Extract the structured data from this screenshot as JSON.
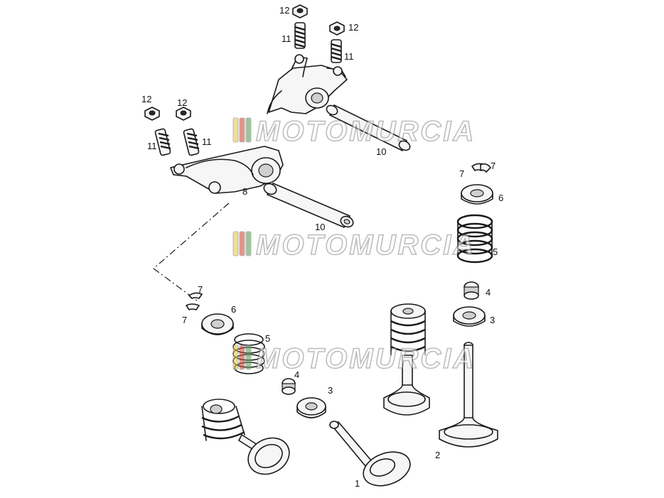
{
  "watermark": {
    "text": "MOTOMURCIA",
    "stripe_colors": [
      "#e8c84a",
      "#d94a3a",
      "#5aa35a"
    ]
  },
  "callouts": [
    {
      "id": "c12a",
      "text": "12"
    },
    {
      "id": "c11a",
      "text": "11"
    },
    {
      "id": "c12b",
      "text": "12"
    },
    {
      "id": "c11b",
      "text": "11"
    },
    {
      "id": "c12c",
      "text": "12"
    },
    {
      "id": "c12d",
      "text": "12"
    },
    {
      "id": "c11c",
      "text": "11"
    },
    {
      "id": "c11d",
      "text": "11"
    },
    {
      "id": "c10a",
      "text": "10"
    },
    {
      "id": "c8",
      "text": "8"
    },
    {
      "id": "c10b",
      "text": "10"
    },
    {
      "id": "c7a",
      "text": "7"
    },
    {
      "id": "c7b",
      "text": "7"
    },
    {
      "id": "c6a",
      "text": "6"
    },
    {
      "id": "c5a",
      "text": "5"
    },
    {
      "id": "c4a",
      "text": "4"
    },
    {
      "id": "c3a",
      "text": "3"
    },
    {
      "id": "c7c",
      "text": "7"
    },
    {
      "id": "c7d",
      "text": "7"
    },
    {
      "id": "c6b",
      "text": "6"
    },
    {
      "id": "c5b",
      "text": "5"
    },
    {
      "id": "c4b",
      "text": "4"
    },
    {
      "id": "c3b",
      "text": "3"
    },
    {
      "id": "c1",
      "text": "1"
    },
    {
      "id": "c2",
      "text": "2"
    }
  ]
}
